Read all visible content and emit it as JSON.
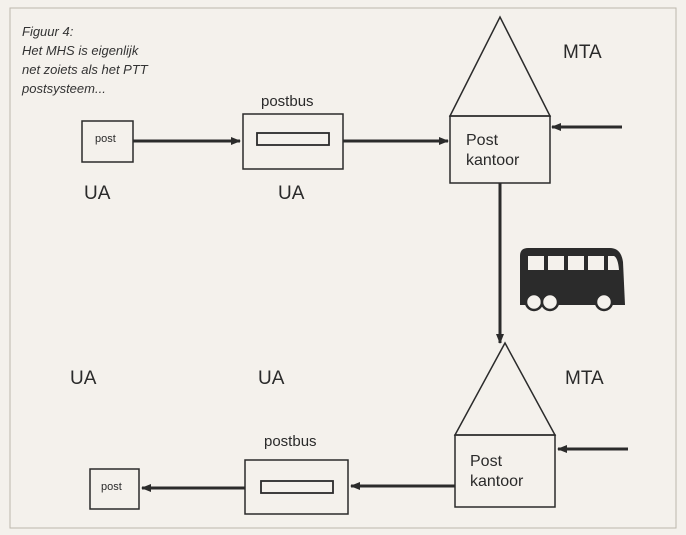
{
  "caption": {
    "lines": [
      "Figuur 4:",
      "Het MHS is eigenlijk",
      "net zoiets als het PTT",
      "postsysteem..."
    ]
  },
  "top": {
    "post_label": "post",
    "ua_left": "UA",
    "postbus_label": "postbus",
    "ua_mid": "UA",
    "mta_label": "MTA",
    "office_line1": "Post",
    "office_line2": "kantoor"
  },
  "bottom": {
    "ua_left": "UA",
    "ua_mid": "UA",
    "mta_label": "MTA",
    "postbus_label": "postbus",
    "post_label": "post",
    "office_line1": "Post",
    "office_line2": "kantoor"
  },
  "icons": {
    "transport": "bus-icon"
  },
  "colors": {
    "background": "#f4f1ec",
    "stroke": "#2b2b2b"
  }
}
